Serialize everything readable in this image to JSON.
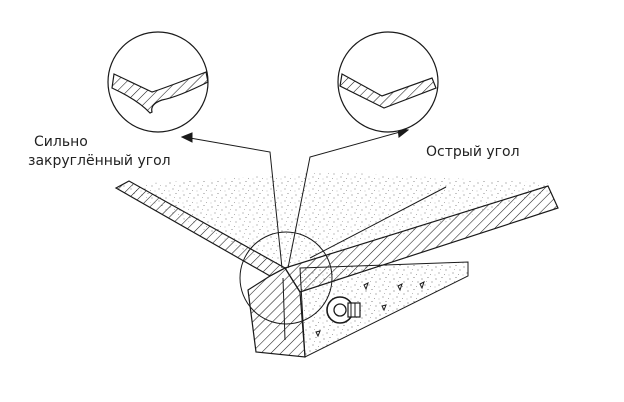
{
  "labels": {
    "rounded_line1": "Сильно",
    "rounded_line2": "закруглённый угол",
    "sharp": "Острый угол"
  },
  "colors": {
    "stroke": "#1a1a1a",
    "fill": "#ffffff"
  }
}
